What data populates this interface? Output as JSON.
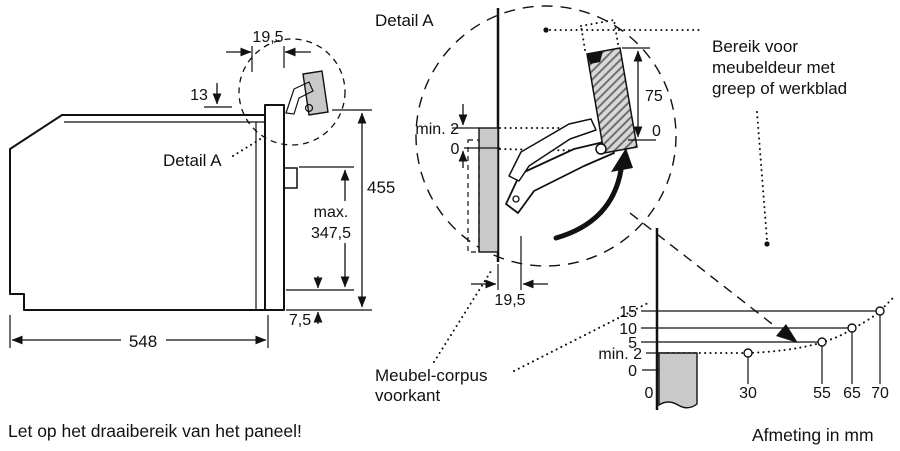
{
  "left_view": {
    "detail_label": "Detail A",
    "dims": {
      "hinge_offset": "19,5",
      "top_step": "13",
      "height": "455",
      "max_word": "max.",
      "max_value": "347,5",
      "bottom_gap": "7,5",
      "depth": "548"
    }
  },
  "detail_a": {
    "title": "Detail A",
    "dims": {
      "min_gap": "min. 2",
      "zero_left": "0",
      "door_range": "75",
      "zero_right": "0",
      "front_offset": "19,5"
    },
    "range_note_lines": [
      "Bereik voor",
      "meubeldeur met",
      "greep of werkblad"
    ]
  },
  "graph": {
    "y_labels": [
      "15",
      "10",
      "5",
      "min. 2",
      "0"
    ],
    "x_labels": [
      "0",
      "30",
      "55",
      "65",
      "70"
    ],
    "curve_points": [
      {
        "x": 30,
        "y": "min. 2"
      },
      {
        "x": 55,
        "y": 5
      },
      {
        "x": 65,
        "y": 10
      },
      {
        "x": 70,
        "y": 15
      }
    ]
  },
  "front_label_lines": [
    "Meubel-corpus",
    "voorkant"
  ],
  "footer": {
    "warning": "Let op het draaibereik van het paneel!",
    "units": "Afmeting in mm"
  }
}
